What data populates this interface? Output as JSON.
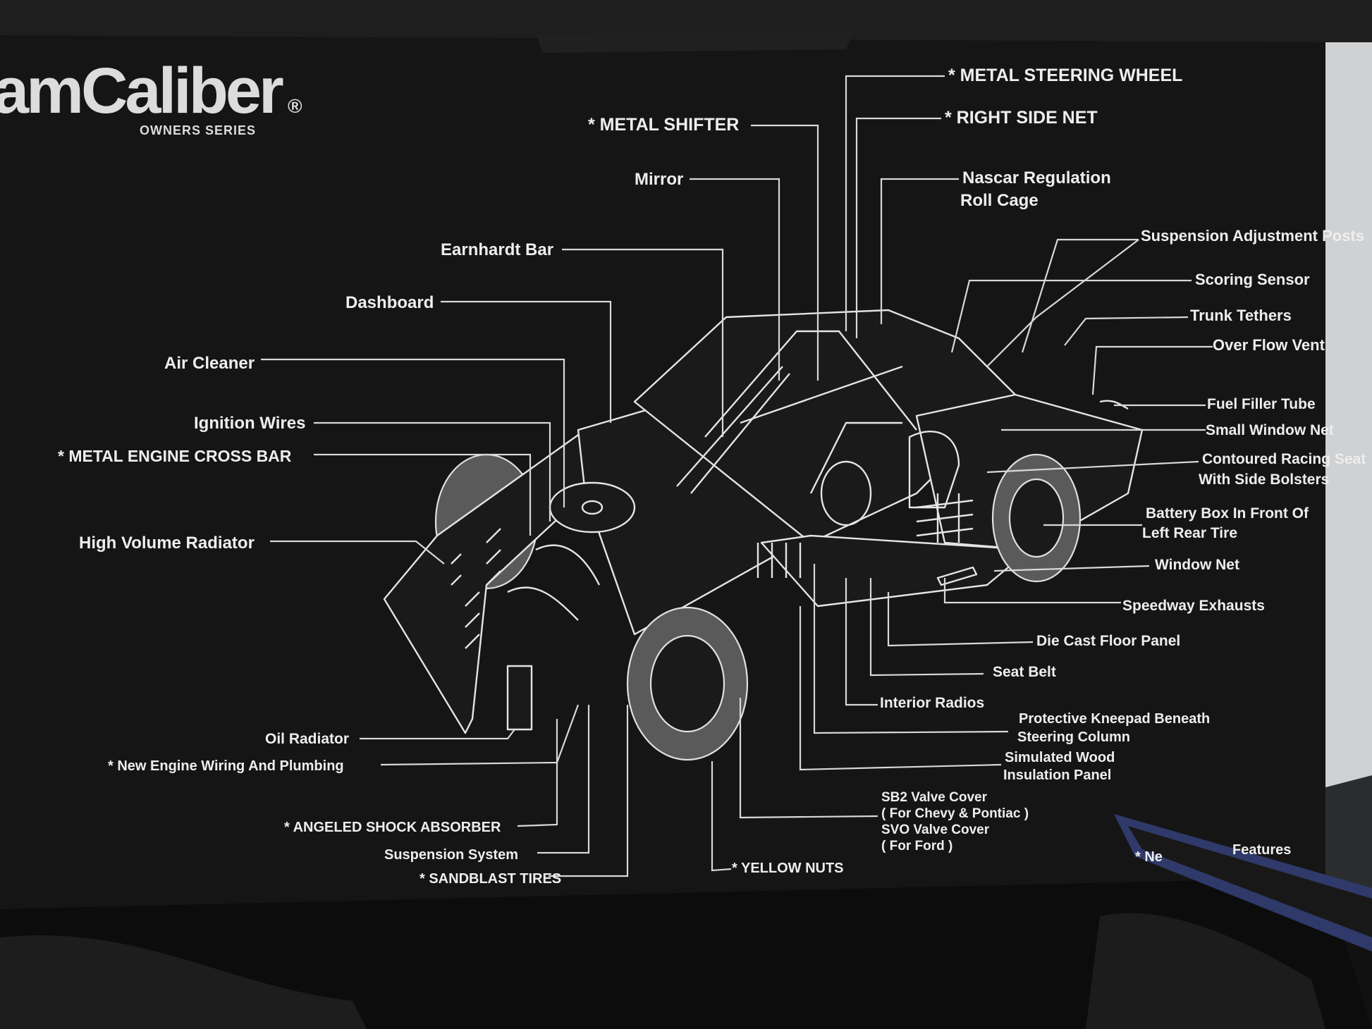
{
  "brand": {
    "name": "amCaliber",
    "registered_mark": "®",
    "subtitle": "OWNERS SERIES"
  },
  "labels": [
    "* METAL STEERING WHEEL",
    "* RIGHT SIDE NET",
    "* METAL SHIFTER",
    "Mirror",
    "Nascar Regulation",
    "Roll Cage",
    "Suspension Adjustment Posts",
    "Earnhardt Bar",
    "Scoring Sensor",
    "Dashboard",
    "Trunk Tethers",
    "Over Flow Vent",
    "Air Cleaner",
    "Ignition Wires",
    "Fuel Filler Tube",
    "Small Window Net",
    "* METAL ENGINE CROSS BAR",
    "Contoured Racing Seat",
    "With Side Bolsters",
    "Battery Box In Front Of",
    "Left Rear Tire",
    "High Volume Radiator",
    "Window Net",
    "Speedway Exhausts",
    "Die Cast Floor Panel",
    "Seat Belt",
    "Interior Radios",
    "Protective Kneepad Beneath",
    "Steering Column",
    "Oil Radiator",
    "* New Engine Wiring And Plumbing",
    "Simulated Wood",
    "Insulation Panel",
    "SB2 Valve Cover",
    "( For Chevy & Pontiac )",
    "SVO Valve Cover",
    "( For Ford )",
    "* ANGELED SHOCK ABSORBER",
    "Suspension System",
    "* SANDBLAST TIRES",
    "* YELLOW NUTS",
    "* Ne",
    "Features"
  ],
  "colors": {
    "box": "#141414",
    "ink": "#eeeeee",
    "tire": "#5a5a5a",
    "wall": "#cfd1d2",
    "tray": "#0c0c0c"
  }
}
